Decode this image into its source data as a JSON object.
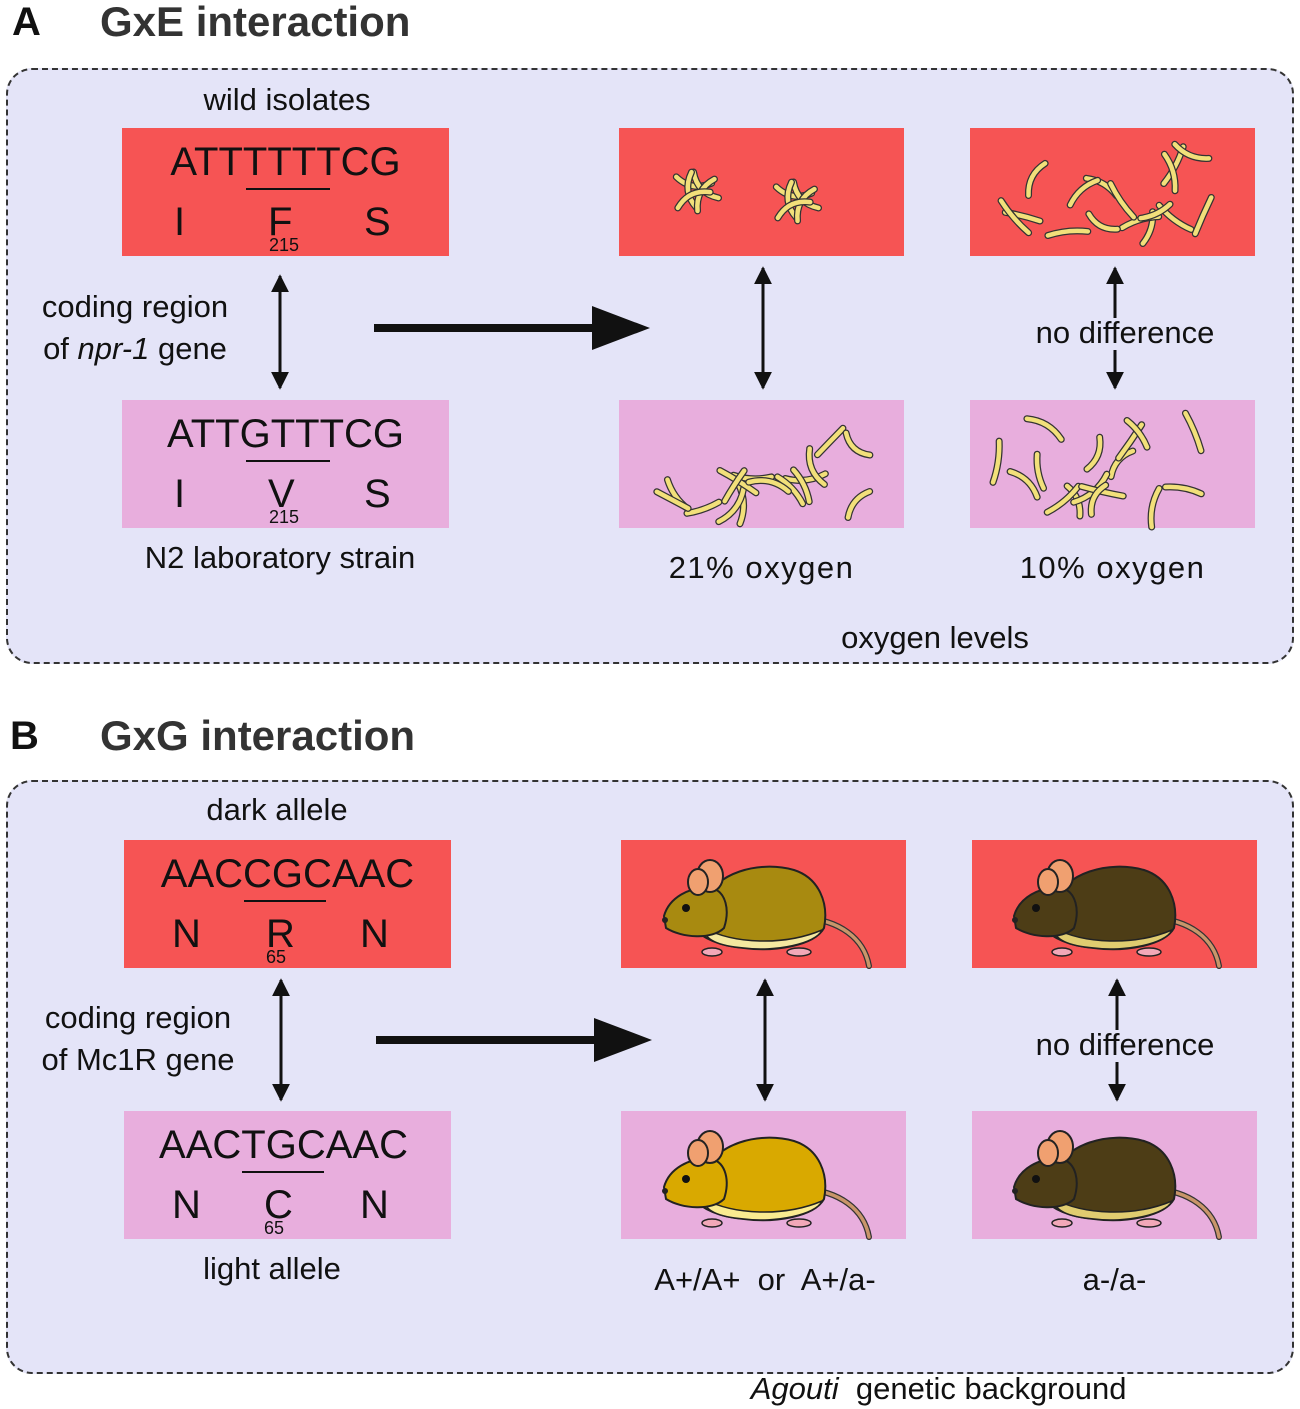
{
  "panel_a": {
    "letter": "A",
    "title": "GxE interaction",
    "top_label": "wild isolates",
    "bottom_label": "N2 laboratory strain",
    "gene_label_line1": "coding region",
    "gene_label_of": "of ",
    "gene_label_gene": "npr-1",
    "gene_label_suffix": " gene",
    "seq_top": {
      "pre": "ATT",
      "codon": "TTT",
      "post": "TCG",
      "aa_left": "I",
      "aa_mid": "F",
      "aa_right": "S",
      "position": "215"
    },
    "seq_bottom": {
      "pre": "ATT",
      "codon": "GTT",
      "post": "TCG",
      "aa_left": "I",
      "aa_mid": "V",
      "aa_right": "S",
      "position": "215"
    },
    "no_difference": "no difference",
    "condition_left": "21% oxygen",
    "condition_right": "10% oxygen",
    "factor_label": "oxygen levels"
  },
  "panel_b": {
    "letter": "B",
    "title": "GxG interaction",
    "top_label": "dark allele",
    "bottom_label": "light allele",
    "gene_label_line1": "coding region",
    "gene_label_line2": "of Mc1R gene",
    "seq_top": {
      "pre": "AAC",
      "codon": "CGC",
      "post": "AAC",
      "aa_left": "N",
      "aa_mid": "R",
      "aa_right": "N",
      "position": "65"
    },
    "seq_bottom": {
      "pre": "AAC",
      "codon": "TGC",
      "post": "AAC",
      "aa_left": "N",
      "aa_mid": "C",
      "aa_right": "N",
      "position": "65"
    },
    "no_difference": "no difference",
    "genotype_left": "A+/A+  or  A+/a-",
    "genotype_right": "a-/a-",
    "factor_label_italic": "Agouti",
    "factor_label_rest": "  genetic background"
  },
  "colors": {
    "panel_background": "#e4e4f8",
    "allele_top_box": "#f65454",
    "allele_bottom_box": "#e8aedd",
    "worm": "#f2e07a",
    "mouse_dark_allele_agouti": "#a88a10",
    "mouse_light_allele_agouti": "#d9a900",
    "mouse_nonagouti": "#4d3d16"
  },
  "icons": [
    "worm-icon",
    "mouse-icon",
    "double-arrow-icon",
    "right-arrow-icon"
  ]
}
